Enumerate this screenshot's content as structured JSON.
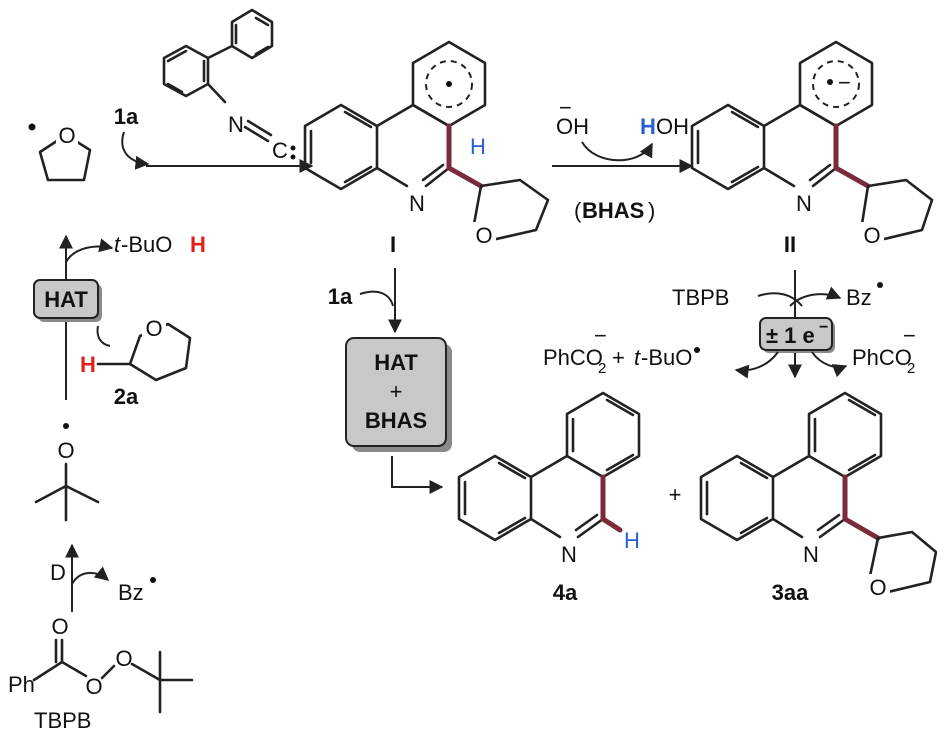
{
  "labels": {
    "reagent_1a_top": "1a",
    "reagent_1a_mid": "1a",
    "int_I": "I",
    "int_II": "II",
    "cmp_2a": "2a",
    "cmp_4a": "4a",
    "cmp_3aa": "3aa",
    "tbpb_bottom": "TBPB",
    "tbpb_set": "TBPB"
  },
  "atoms": {
    "oxygen": "O",
    "nitrogen": "N",
    "hydrogen": "H",
    "carbon_iso": "C",
    "phenyl": "Ph",
    "hydroxide_oh": "OH",
    "water_h": "H",
    "water_oh": "OH",
    "benzoyl": "Bz",
    "tbuoh_prefix": "t",
    "tbuoh_mid": "-BuO",
    "tbuoh_h": "H",
    "decomp_D": "D"
  },
  "boxes": {
    "hat_left": "HAT",
    "hat_mid": "HAT",
    "plus_mid": "+",
    "bhas_mid": "BHAS",
    "electron": "± 1 e"
  },
  "text": {
    "bhas_paren_open": "(",
    "bhas_label": "BHAS",
    "bhas_paren_close": ")",
    "phco2_left": "PhCO",
    "phco2_right": "PhCO",
    "sub_2": "2",
    "plus_sign": "+",
    "tbuo_prefix": "t",
    "tbuo_rest": "-BuO",
    "products_plus": "+",
    "minus": "−"
  },
  "colors": {
    "key_bond": "#7a2a3a",
    "abstracted_h_red": "#e0211b",
    "transferred_h_blue": "#2a5fd6",
    "box_fill": "#c8c8c8"
  }
}
